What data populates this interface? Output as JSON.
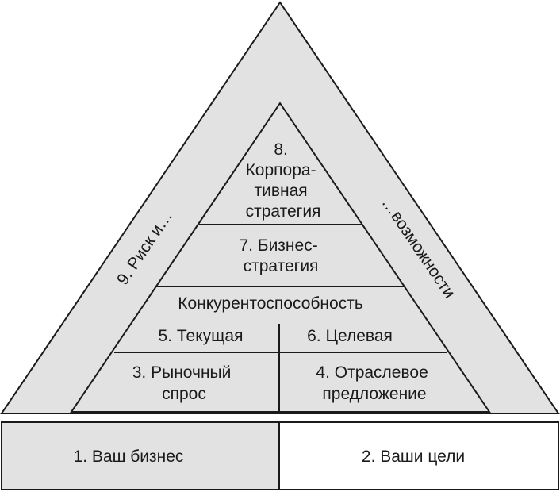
{
  "outer_sides": {
    "left": "9. Риск и…",
    "right": "…возможности"
  },
  "layers": {
    "top": [
      "8.",
      "Корпора-",
      "тивная",
      "стратегия"
    ],
    "business": [
      "7. Бизнес-",
      "стратегия"
    ],
    "competitiveness": "Конкурентоспособность",
    "current": "5. Текущая",
    "target": "6. Целевая",
    "market_demand": [
      "3. Рыночный",
      "спрос"
    ],
    "industry_supply": [
      "4. Отраслевое",
      "предложение"
    ]
  },
  "base": {
    "left": "1. Ваш бизнес",
    "right": "2. Ваши цели"
  },
  "colors": {
    "fill": "#e2e2e2",
    "stroke": "#1a1a1a",
    "base_right": "#ffffff"
  }
}
